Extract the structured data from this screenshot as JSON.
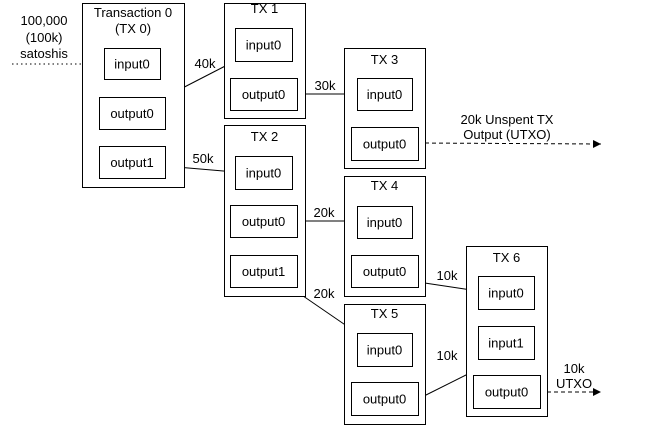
{
  "source": {
    "lines": [
      "100,000",
      "(100k)",
      "satoshis"
    ]
  },
  "transactions": [
    {
      "id": "tx0",
      "title_lines": [
        "Transaction 0",
        "(TX 0)"
      ],
      "ports": [
        {
          "id": "tx0-input0",
          "label": "input0"
        },
        {
          "id": "tx0-output0",
          "label": "output0"
        },
        {
          "id": "tx0-output1",
          "label": "output1"
        }
      ]
    },
    {
      "id": "tx1",
      "title_lines": [
        "TX 1"
      ],
      "ports": [
        {
          "id": "tx1-input0",
          "label": "input0"
        },
        {
          "id": "tx1-output0",
          "label": "output0"
        }
      ]
    },
    {
      "id": "tx2",
      "title_lines": [
        "TX 2"
      ],
      "ports": [
        {
          "id": "tx2-input0",
          "label": "input0"
        },
        {
          "id": "tx2-output0",
          "label": "output0"
        },
        {
          "id": "tx2-output1",
          "label": "output1"
        }
      ]
    },
    {
      "id": "tx3",
      "title_lines": [
        "TX 3"
      ],
      "ports": [
        {
          "id": "tx3-input0",
          "label": "input0"
        },
        {
          "id": "tx3-output0",
          "label": "output0"
        }
      ]
    },
    {
      "id": "tx4",
      "title_lines": [
        "TX 4"
      ],
      "ports": [
        {
          "id": "tx4-input0",
          "label": "input0"
        },
        {
          "id": "tx4-output0",
          "label": "output0"
        }
      ]
    },
    {
      "id": "tx5",
      "title_lines": [
        "TX 5"
      ],
      "ports": [
        {
          "id": "tx5-input0",
          "label": "input0"
        },
        {
          "id": "tx5-output0",
          "label": "output0"
        }
      ]
    },
    {
      "id": "tx6",
      "title_lines": [
        "TX 6"
      ],
      "ports": [
        {
          "id": "tx6-input0",
          "label": "input0"
        },
        {
          "id": "tx6-input1",
          "label": "input1"
        },
        {
          "id": "tx6-output0",
          "label": "output0"
        }
      ]
    }
  ],
  "edges": [
    {
      "id": "e-source-tx0",
      "from": "source",
      "to": "tx0-input0",
      "style": "dotted",
      "label_lines": []
    },
    {
      "id": "e-tx0-tx1",
      "from": "tx0-output0",
      "to": "tx1-input0",
      "style": "solid",
      "label_lines": [
        "40k"
      ]
    },
    {
      "id": "e-tx0-tx2",
      "from": "tx0-output1",
      "to": "tx2-input0",
      "style": "solid",
      "label_lines": [
        "50k"
      ]
    },
    {
      "id": "e-tx1-tx3",
      "from": "tx1-output0",
      "to": "tx3-input0",
      "style": "solid",
      "label_lines": [
        "30k"
      ]
    },
    {
      "id": "e-tx2-tx4",
      "from": "tx2-output0",
      "to": "tx4-input0",
      "style": "solid",
      "label_lines": [
        "20k"
      ]
    },
    {
      "id": "e-tx2-tx5",
      "from": "tx2-output1",
      "to": "tx5-input0",
      "style": "solid",
      "label_lines": [
        "20k"
      ]
    },
    {
      "id": "e-tx4-tx6",
      "from": "tx4-output0",
      "to": "tx6-input0",
      "style": "solid",
      "label_lines": [
        "10k"
      ]
    },
    {
      "id": "e-tx5-tx6",
      "from": "tx5-output0",
      "to": "tx6-input1",
      "style": "solid",
      "label_lines": [
        "10k"
      ]
    },
    {
      "id": "e-tx3-utxo",
      "from": "tx3-output0",
      "to": "utxo-a",
      "style": "dashed",
      "label_lines": [
        "20k Unspent TX",
        "Output (UTXO)"
      ]
    },
    {
      "id": "e-tx6-utxo",
      "from": "tx6-output0",
      "to": "utxo-b",
      "style": "dashed",
      "label_lines": [
        "10k",
        "UTXO"
      ]
    }
  ]
}
